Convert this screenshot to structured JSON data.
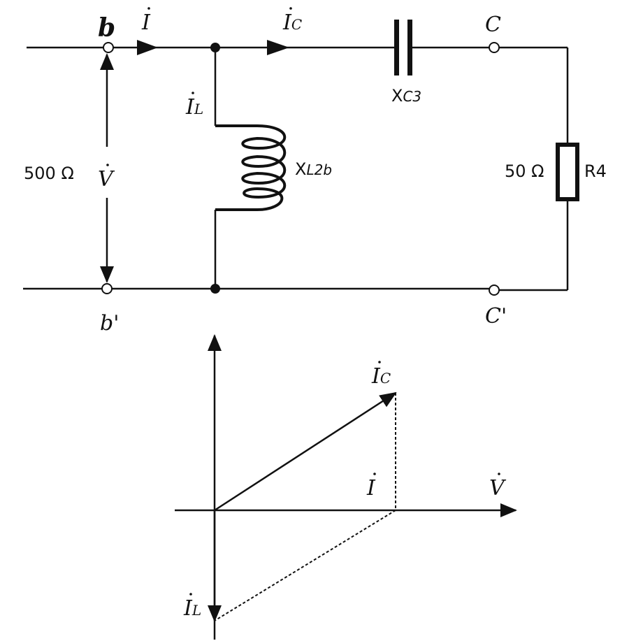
{
  "circuit": {
    "terminal_b": "b",
    "terminal_b_prime": "b'",
    "terminal_c": "C",
    "terminal_c_prime": "C'",
    "current_total": "I",
    "current_capacitor": "I",
    "current_capacitor_sub": "C",
    "current_inductor": "I",
    "current_inductor_sub": "L",
    "voltage": "V",
    "source_resistance": "500 Ω",
    "capacitor_label": "X",
    "capacitor_sub": "C3",
    "inductor_label": "X",
    "inductor_sub": "L2b",
    "resistor_value": "50 Ω",
    "resistor_label": "R4"
  },
  "phasor": {
    "ic_label": "I",
    "ic_sub": "C",
    "i_label": "I",
    "v_label": "V",
    "il_label": "I",
    "il_sub": "L"
  }
}
